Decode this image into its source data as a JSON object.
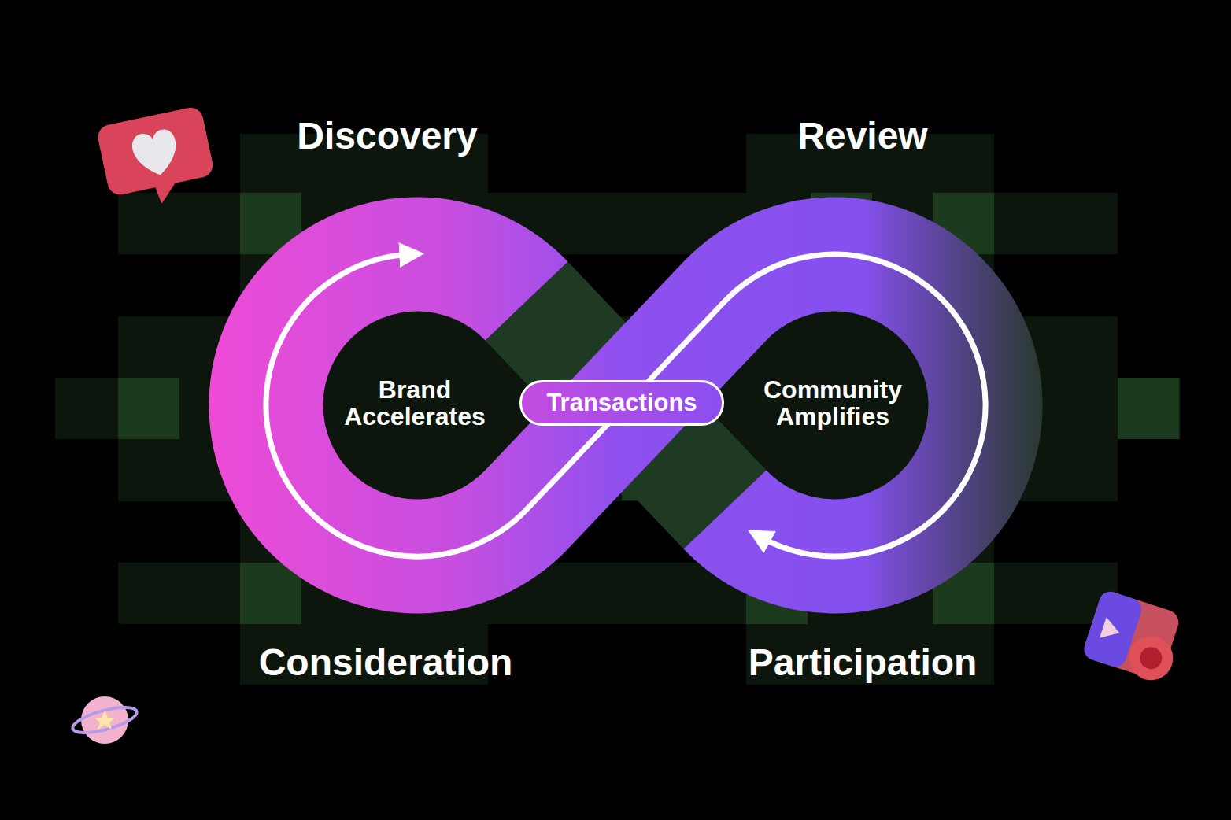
{
  "diagram": {
    "nodes": [
      {
        "text": [
          "Transactions"
        ]
      }
    ],
    "labels": [
      "Discovery",
      "Review",
      "Brand Accelerates",
      "Community Amplifies",
      "Consideration",
      "Participation"
    ]
  }
}
